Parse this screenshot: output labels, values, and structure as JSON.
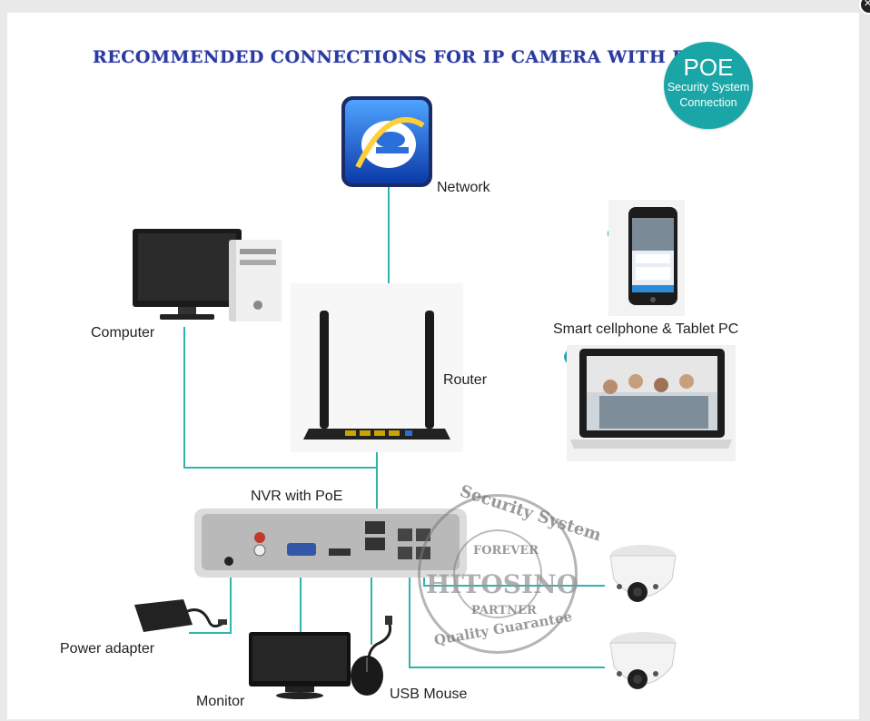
{
  "diagram": {
    "title": "RECOMMENDED CONNECTIONS FOR IP CAMERA WITH POE",
    "badge": {
      "main": "POE",
      "line1": "Security System",
      "line2": "Connection"
    },
    "labels": {
      "network": "Network",
      "computer": "Computer",
      "router": "Router",
      "mobile": "Smart cellphone &  Tablet PC",
      "nvr": "NVR with PoE",
      "power": "Power adapter",
      "monitor": "Monitor",
      "mouse": "USB Mouse"
    },
    "watermark": {
      "arc_text": "Security System",
      "brand": "HITOSINO",
      "forever": "FOREVER",
      "partner": "PARTNER",
      "guarantee": "Quality Guarantee"
    },
    "colors": {
      "wire": "#2fb4ae",
      "title": "#2b3a9c",
      "badge": "#1aa6a6"
    }
  }
}
